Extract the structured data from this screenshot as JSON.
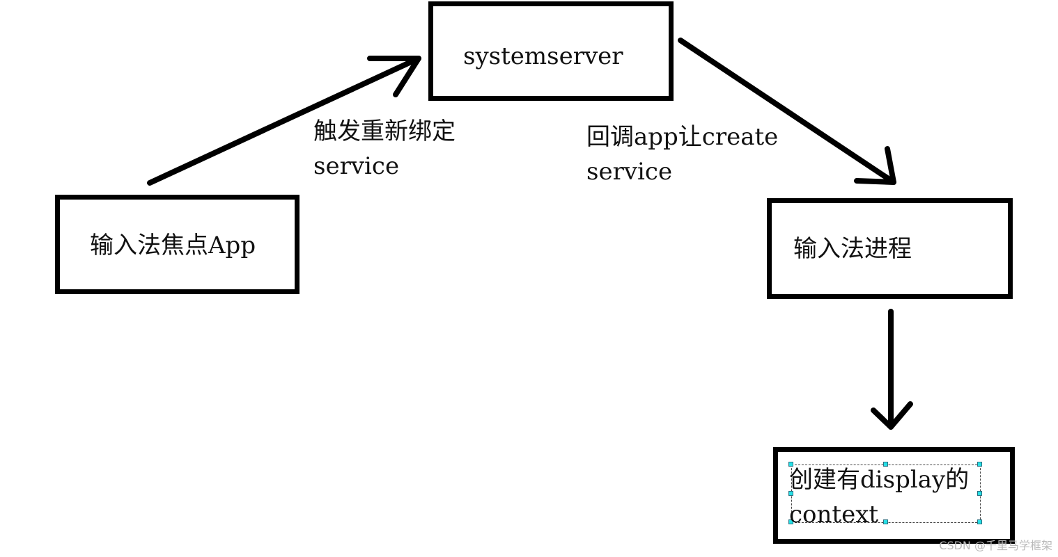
{
  "nodes": {
    "ime_focus_app": {
      "label": "输入法焦点App"
    },
    "systemserver": {
      "label": "systemserver"
    },
    "ime_process": {
      "label": "输入法进程"
    },
    "create_context": {
      "line1": "创建有display的",
      "line2": "context"
    }
  },
  "edges": {
    "rebind": {
      "line1": "触发重新绑定",
      "line2": "service"
    },
    "callback": {
      "line1": "回调app让create",
      "line2": "service"
    }
  },
  "watermark": "CSDN @千里马学框架",
  "colors": {
    "stroke": "#000000",
    "selection_handle": "#26e0e6",
    "watermark": "#b9b9b9"
  }
}
